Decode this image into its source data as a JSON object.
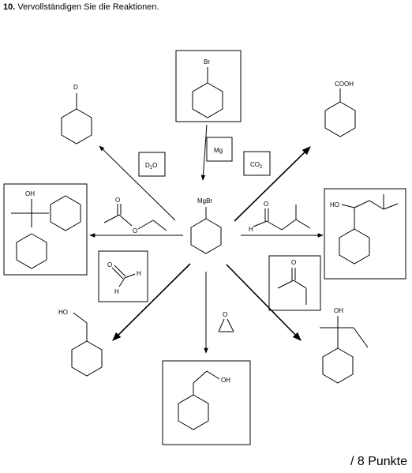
{
  "exercise": {
    "number": "10.",
    "instruction": "Vervollständigen Sie die Reaktionen.",
    "points": "/ 8 Punkte"
  },
  "labels": {
    "center": "MgBr",
    "bromide": "Br",
    "deuterium": "D",
    "cooh": "COOH",
    "oh": "OH",
    "ho": "HO",
    "o": "O",
    "h": "H"
  },
  "reagents": {
    "mg": "Mg",
    "d2o_d": "D",
    "d2o_sub": "2",
    "d2o_o": "O",
    "co2_c": "CO",
    "co2_sub": "2"
  }
}
